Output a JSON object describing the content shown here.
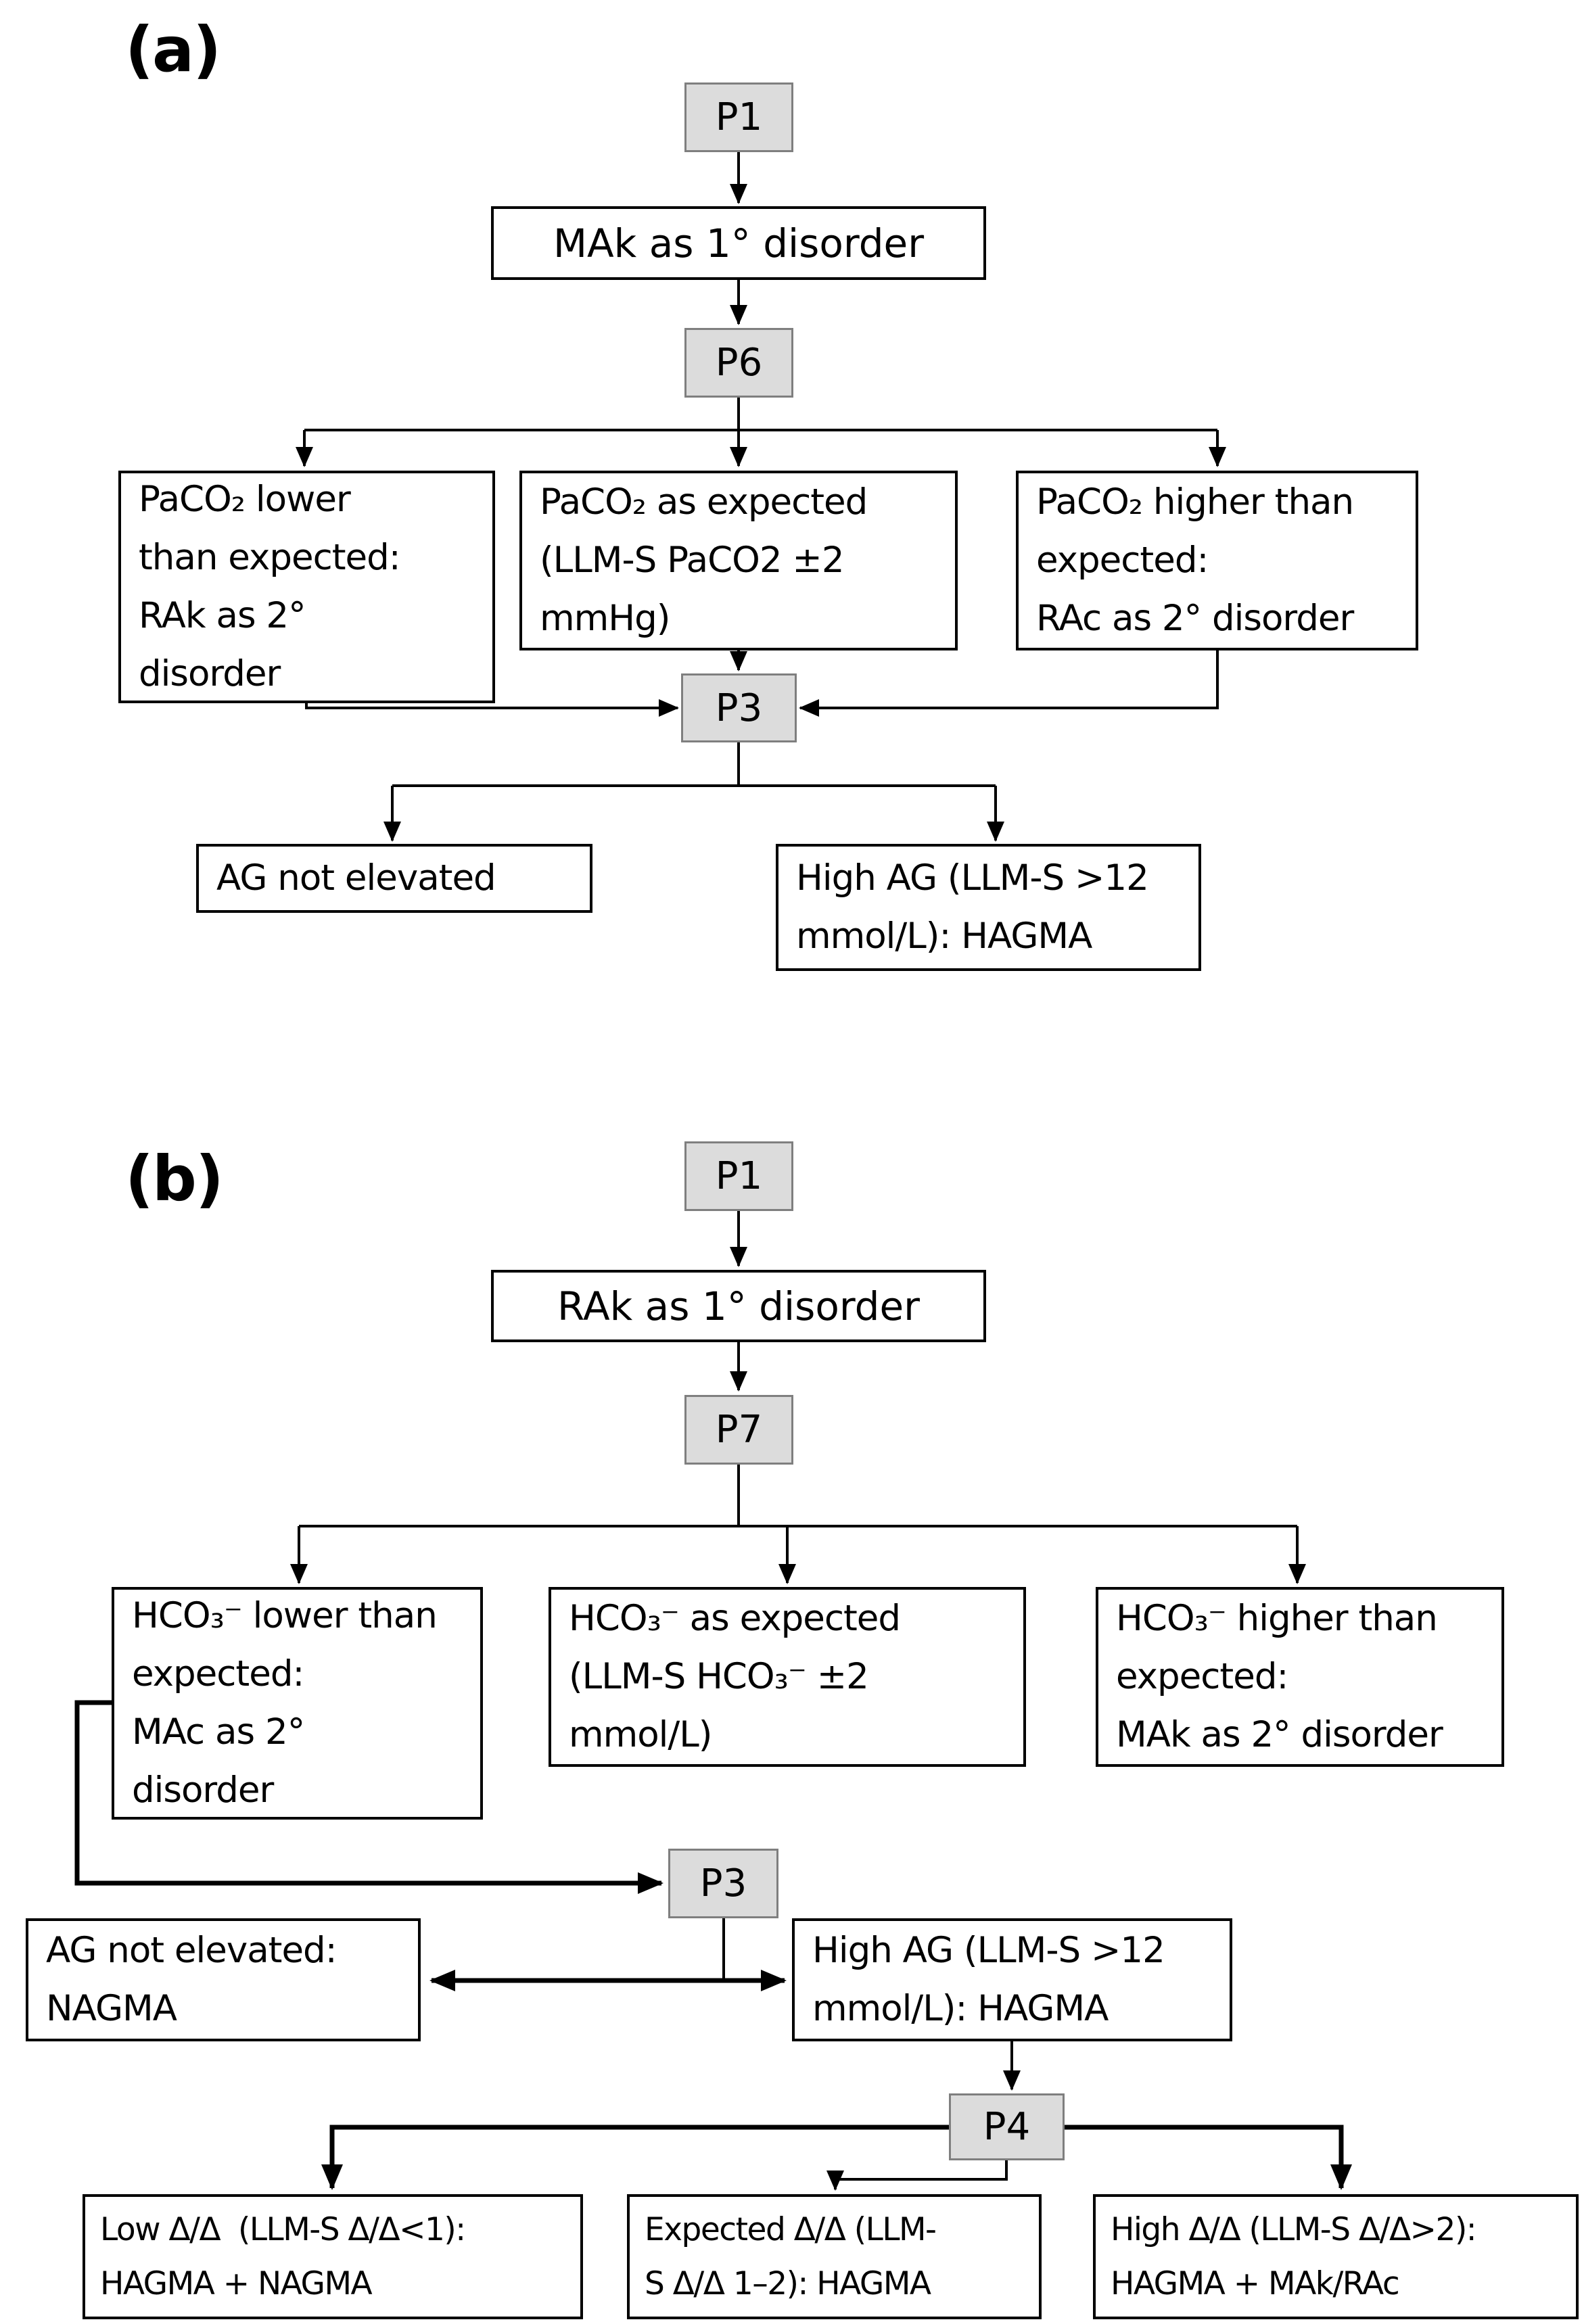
{
  "figure": {
    "type": "flowchart",
    "background": "#ffffff",
    "colors": {
      "process_fill": "#dcdcdc",
      "process_border": "#7f7f7f",
      "box_border": "#000000",
      "line_color": "#000000",
      "text_color": "#000000"
    }
  },
  "panel_a": {
    "label": "(a)",
    "p1": "P1",
    "primary_box": "MAk as 1° disorder",
    "p6": "P6",
    "branch_left": "PaCO₂ lower\nthan expected:\nRAk as 2°\ndisorder",
    "branch_middle": "PaCO₂ as expected\n(LLM-S PaCO2 ±2\nmmHg)",
    "branch_right": "PaCO₂ higher than\nexpected:\nRAc as 2° disorder",
    "p3": "P3",
    "outcome_left": "AG not elevated",
    "outcome_right": "High AG (LLM-S >12\nmmol/L): HAGMA"
  },
  "panel_b": {
    "label": "(b)",
    "p1": "P1",
    "primary_box": "RAk as 1° disorder",
    "p7": "P7",
    "branch_left": "HCO₃⁻ lower than\nexpected:\nMAc as 2°\ndisorder",
    "branch_middle": "HCO₃⁻ as expected\n(LLM-S HCO₃⁻ ±2\nmmol/L)",
    "branch_right": "HCO₃⁻ higher than\nexpected:\nMAk as 2° disorder",
    "p3": "P3",
    "outcome_left": "AG not elevated:\nNAGMA",
    "outcome_right": "High AG (LLM-S >12\nmmol/L): HAGMA",
    "p4": "P4",
    "delta_left": "Low Δ/Δ  (LLM-S Δ/Δ<1):\nHAGMA + NAGMA",
    "delta_middle": "Expected Δ/Δ (LLM-\nS Δ/Δ 1–2): HAGMA",
    "delta_right": "High Δ/Δ (LLM-S Δ/Δ>2):\nHAGMA + MAk/RAc"
  }
}
